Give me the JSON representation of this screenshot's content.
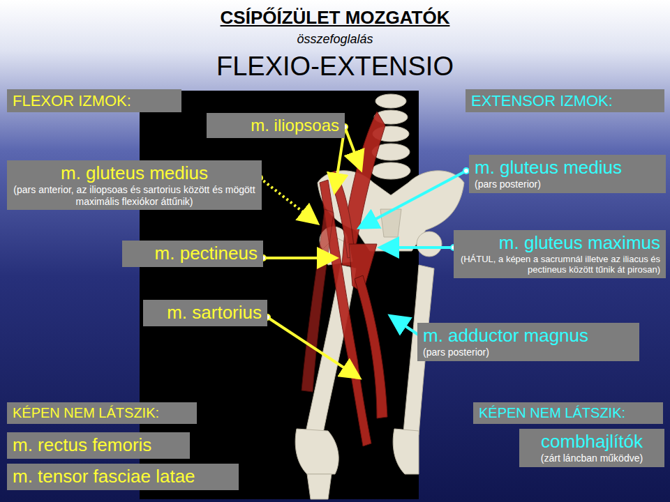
{
  "diagram": {
    "title": "CSÍPŐÍZÜLET MOZGATÓK",
    "nodes": [
      {
        "text": [
          "FLEXOR IZMOK:"
        ]
      },
      {
        "text": [
          "m. iliopsoas"
        ]
      },
      {
        "text": [
          "EXTENSOR IZMOK:"
        ]
      },
      {
        "text": [
          "m. gluteus medius",
          "(pars anterior, az iliopsoas és sartorius között és mögött maximális flexiókor áttűnik)"
        ]
      },
      {
        "text": [
          "m. gluteus medius",
          "(pars posterior)"
        ]
      },
      {
        "text": [
          "m. pectineus"
        ]
      },
      {
        "text": [
          "m. gluteus maximus",
          "(HÁTUL, a képen a sacrumnál illetve az iliacus és pectineus között tűnik át pirosan)"
        ]
      },
      {
        "text": [
          "m. sartorius"
        ]
      },
      {
        "text": [
          "m. adductor magnus",
          "(pars posterior)"
        ]
      },
      {
        "text": [
          "KÉPEN NEM LÁTSZIK:"
        ]
      },
      {
        "text": [
          "m. rectus femoris"
        ]
      },
      {
        "text": [
          "m. tensor fasciae latae"
        ]
      },
      {
        "text": [
          "KÉPEN NEM LÁTSZIK:"
        ]
      },
      {
        "text": [
          "combhajlítók",
          "(zárt láncban működve)"
        ]
      }
    ],
    "labels": [
      "összefoglalás",
      "FLEXIO-EXTENSIO"
    ]
  }
}
